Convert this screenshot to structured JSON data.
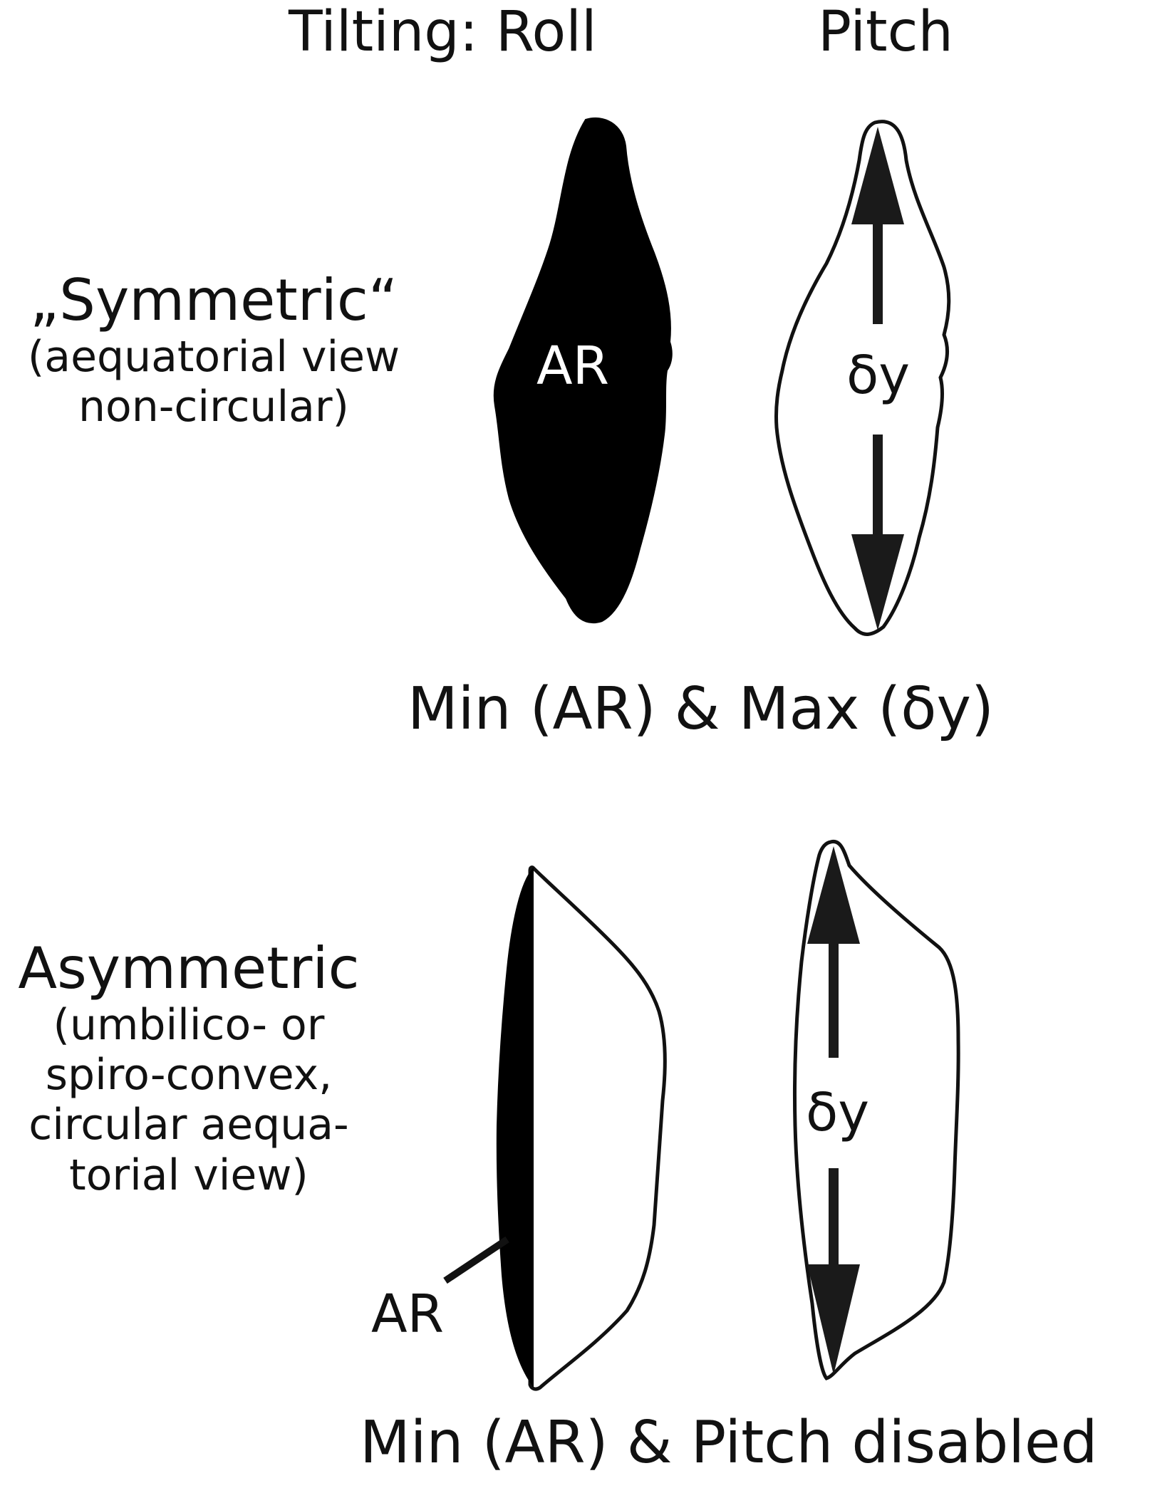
{
  "columns": {
    "roll": "Tilting: Roll",
    "pitch": "Pitch"
  },
  "symmetric": {
    "title": "„Symmetric“",
    "description": [
      "(aequatorial view",
      "non-circular)"
    ],
    "roll_shape_label": "AR",
    "pitch_shape_label": "δy",
    "caption": "Min (AR) & Max (δy)"
  },
  "asymmetric": {
    "title": "Asymmetric",
    "description": [
      "(umbilico- or",
      "spiro-convex,",
      "circular aequa-",
      "torial view)"
    ],
    "roll_shape_label": "AR",
    "pitch_shape_label": "δy",
    "caption": "Min (AR) & Pitch disabled"
  },
  "colors": {
    "ink": "#111111",
    "fill_black": "#000000",
    "arrow": "#1a1a1a",
    "background": "#ffffff"
  }
}
